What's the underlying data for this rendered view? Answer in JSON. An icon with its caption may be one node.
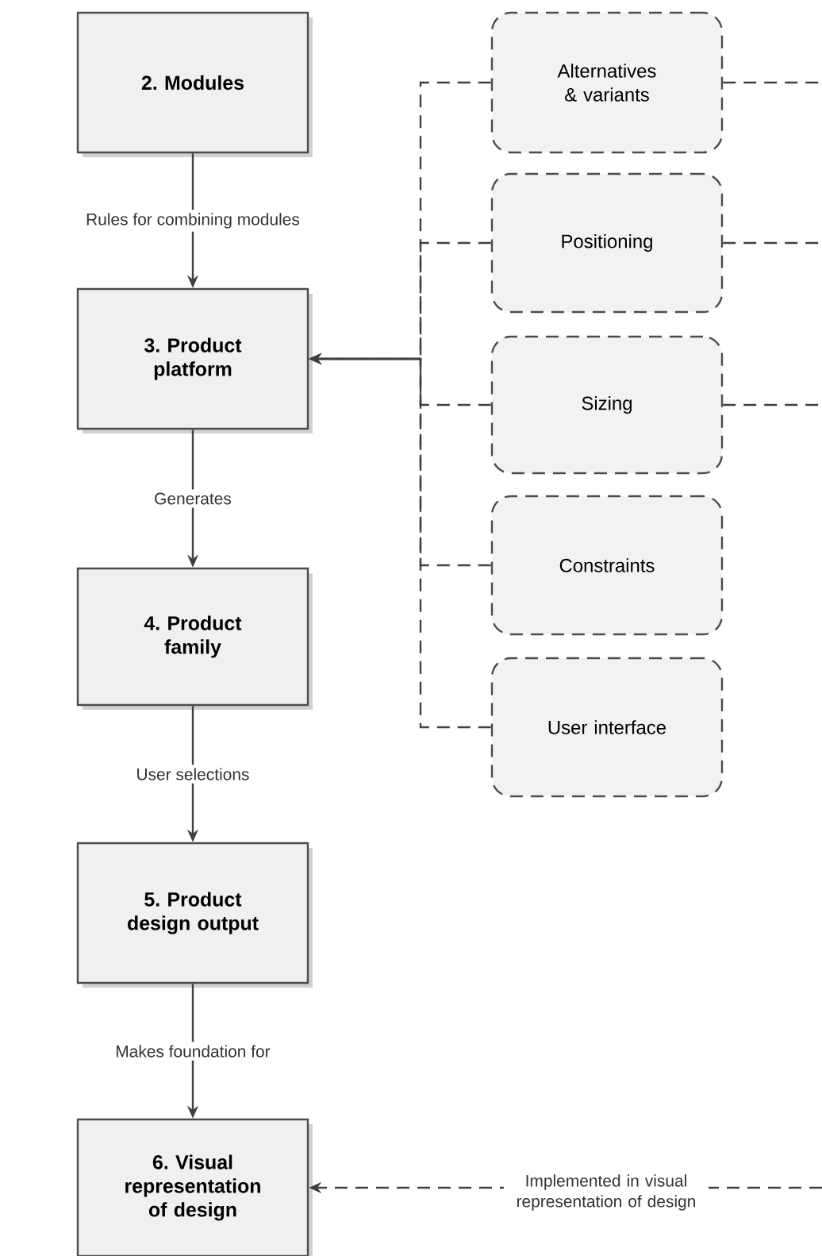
{
  "diagram": {
    "nodes": [
      {
        "text": [
          "2. Modules"
        ]
      },
      {
        "text": [
          "3. Product platform"
        ]
      },
      {
        "text": [
          "4. Product family"
        ]
      },
      {
        "text": [
          "5. Product design output"
        ]
      },
      {
        "text": [
          "6. Visual representation of design"
        ]
      },
      {
        "text": [
          "Alternatives & variants"
        ]
      },
      {
        "text": [
          "Positioning"
        ]
      },
      {
        "text": [
          "Sizing"
        ]
      },
      {
        "text": [
          "Constraints"
        ]
      },
      {
        "text": [
          "User interface"
        ]
      }
    ],
    "edges": [
      {
        "from": 0,
        "to": 1,
        "arrow": "to",
        "label": "Rules for combining modules"
      },
      {
        "from": 1,
        "to": 2,
        "arrow": "to",
        "label": "Generates"
      },
      {
        "from": 2,
        "to": 3,
        "arrow": "to",
        "label": "User selections"
      },
      {
        "from": 3,
        "to": 4,
        "arrow": "to",
        "label": "Makes foundation for"
      },
      {
        "from": 5,
        "to": 1,
        "arrow": "to",
        "style": "dashed"
      },
      {
        "from": 6,
        "to": 1,
        "arrow": "to",
        "style": "dashed"
      },
      {
        "from": 7,
        "to": 1,
        "arrow": "to",
        "style": "dashed"
      },
      {
        "from": 8,
        "to": 1,
        "arrow": "to",
        "style": "dashed"
      },
      {
        "from": 9,
        "to": 1,
        "arrow": "to",
        "style": "dashed"
      },
      {
        "from": 5,
        "to": null,
        "arrow": "none",
        "style": "dashed"
      },
      {
        "from": 6,
        "to": null,
        "arrow": "none",
        "style": "dashed"
      },
      {
        "from": 7,
        "to": null,
        "arrow": "none",
        "style": "dashed"
      },
      {
        "from": null,
        "to": 4,
        "arrow": "to",
        "style": "dashed",
        "label": "Implemented in visual representation of design"
      }
    ]
  }
}
